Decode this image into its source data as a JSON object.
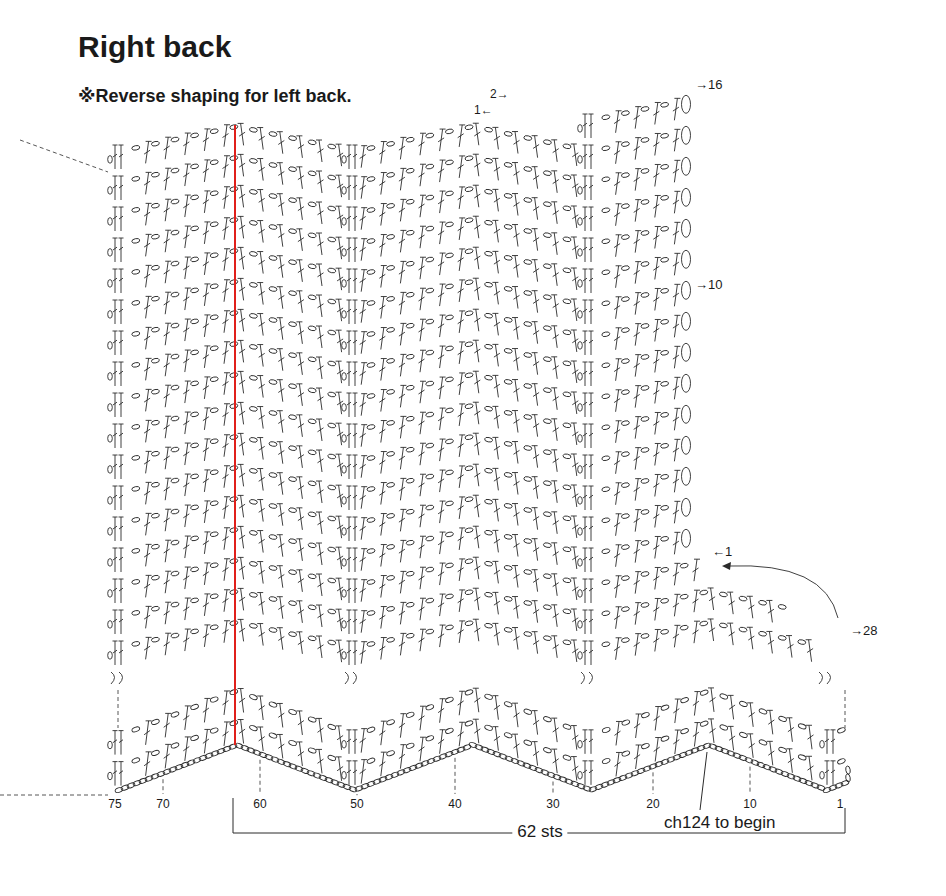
{
  "diagram": {
    "title": "Right back",
    "labels": [
      "※Reverse shaping for left back.",
      "2→",
      "1←",
      "→16",
      "→10",
      "←1",
      "→28",
      "75",
      "70",
      "60",
      "50",
      "40",
      "30",
      "20",
      "10",
      "1",
      "62 sts",
      "ch124 to begin"
    ]
  }
}
